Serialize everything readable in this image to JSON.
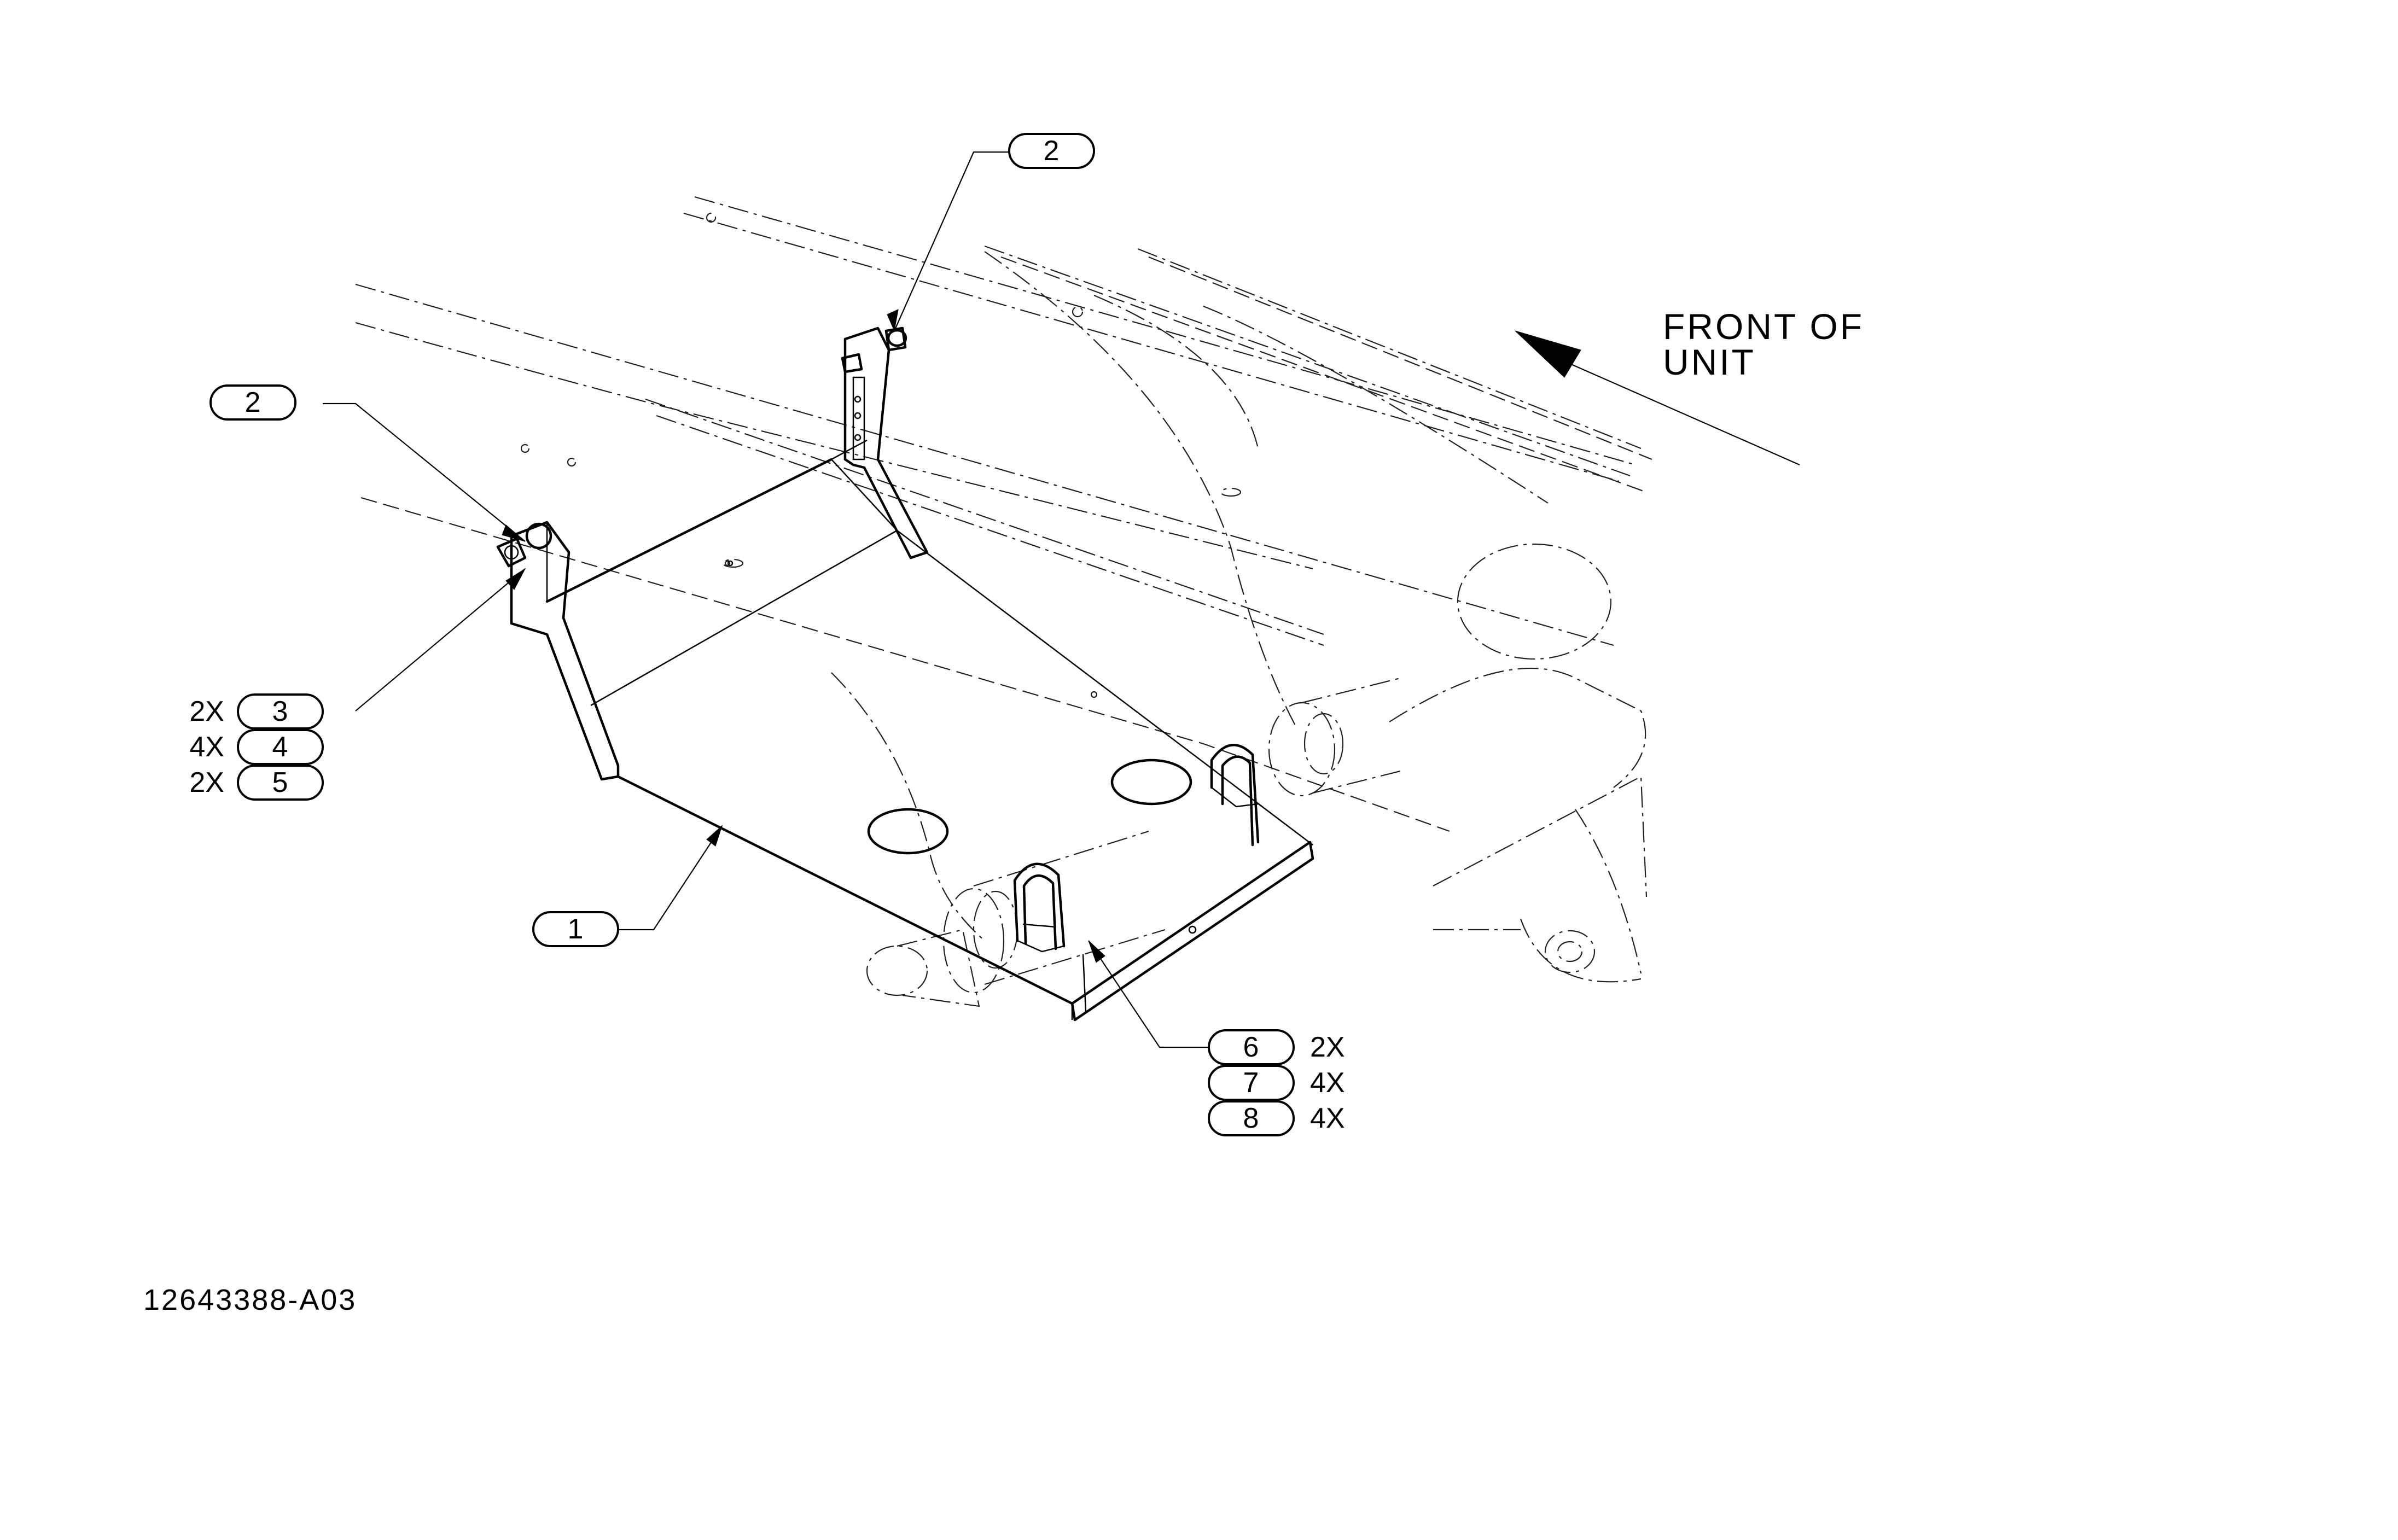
{
  "callouts": {
    "item_1": "1",
    "item_2_left": "2",
    "item_2_top": "2",
    "item_3": "3",
    "item_4": "4",
    "item_5": "5",
    "item_6": "6",
    "item_7": "7",
    "item_8": "8"
  },
  "quantities": {
    "item_3": "2X",
    "item_4": "4X",
    "item_5": "2X",
    "item_6": "2X",
    "item_7": "4X",
    "item_8": "4X"
  },
  "note": {
    "line1": "FRONT OF",
    "line2": "UNIT"
  },
  "document_number": "12643388-A03"
}
